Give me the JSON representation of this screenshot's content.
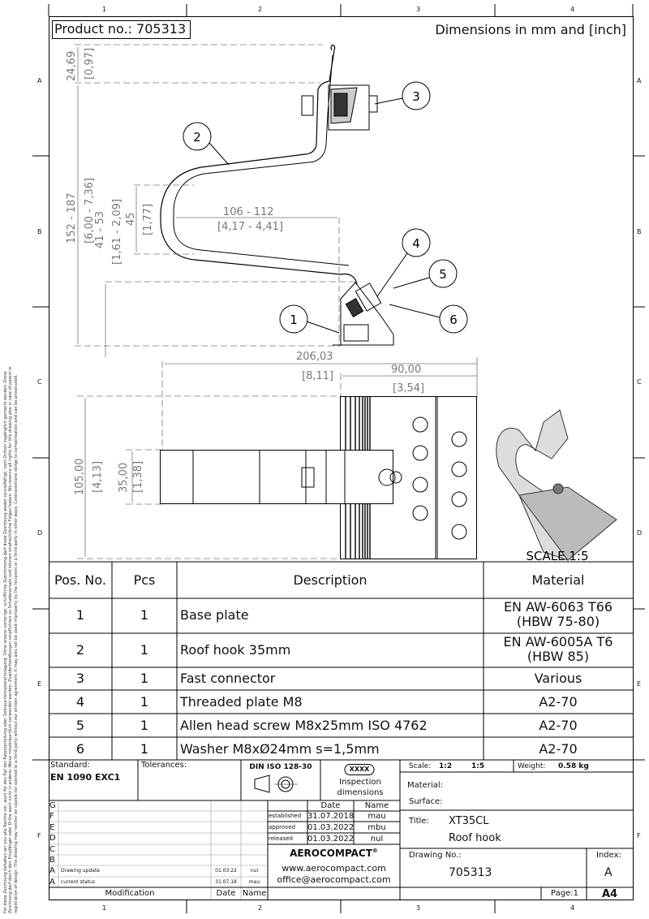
{
  "zones": {
    "cols": [
      "1",
      "2",
      "3",
      "4"
    ],
    "rows": [
      "A",
      "B",
      "C",
      "D",
      "E",
      "F"
    ]
  },
  "header": {
    "product_no": "Product no.: 705313",
    "units": "Dimensions in mm and [inch]"
  },
  "legal_notice": "Für diese Zeichnung behalten wir uns alle Rechte vor, auch für den Fall der Patenterteilung oder Gebrauchsmustereintragung. Ohne unsere vorherige, schriftliche Zustimmung darf diese Zeichnung weder vervielfältigt, noch Dritten zugänglich gemacht werden. Diese Zeichnung darf durch den Empfänger oder Dritte auch nicht in anderer Weise missbräuchlich verwendet werden. Zuwiderhandlungen verpflichten zu Schadenersatz und können strafrechtliche Folgen haben. We reserve all rights for this drawing also in case of patent or registration of design. This drawing may neither be copied nor opened to a third party without our written agreement. It may also not be used improperly by the recipient or a third party in other ways. Contraventions oblige to compensation and can be prosecuted.",
  "drawing": {
    "dims": {
      "d1": "24,69",
      "d1i": "[0,97]",
      "d2": "152 - 187",
      "d2i": "[6,00 - 7,36]",
      "d3": "41 - 53",
      "d3i": "[1,61 - 2,09]",
      "d4": "45",
      "d4i": "[1,77]",
      "d5": "106 - 112",
      "d5i": "[4,17 - 4,41]",
      "d6": "206,03",
      "d6i": "[8,11]",
      "d7": "90,00",
      "d7i": "[3,54]",
      "d8": "105,00",
      "d8i": "[4,13]",
      "d9": "35,00",
      "d9i": "[1,38]"
    },
    "balloons": [
      "1",
      "2",
      "3",
      "4",
      "5",
      "6"
    ],
    "iso_scale": "SCALE 1:5"
  },
  "parts_table": {
    "headers": [
      "Pos. No.",
      "Pcs",
      "Description",
      "Material"
    ],
    "rows": [
      {
        "pos": "1",
        "pcs": "1",
        "desc": "Base plate",
        "mat1": "EN AW-6063 T66",
        "mat2": "(HBW 75-80)"
      },
      {
        "pos": "2",
        "pcs": "1",
        "desc": "Roof hook 35mm",
        "mat1": "EN AW-6005A T6",
        "mat2": "(HBW 85)"
      },
      {
        "pos": "3",
        "pcs": "1",
        "desc": "Fast connector",
        "mat1": "Various"
      },
      {
        "pos": "4",
        "pcs": "1",
        "desc": "Threaded plate M8",
        "mat1": "A2-70"
      },
      {
        "pos": "5",
        "pcs": "1",
        "desc": "Allen head screw M8x25mm ISO 4762",
        "mat1": "A2-70"
      },
      {
        "pos": "6",
        "pcs": "1",
        "desc": "Washer M8xØ24mm s=1,5mm",
        "mat1": "A2-70"
      }
    ]
  },
  "title_block": {
    "standard_label": "Standard:",
    "standard": "EN 1090 EXC1",
    "tolerances_label": "Tolerances:",
    "din": "DIN ISO 128-30",
    "inspection_badge": "XXXX",
    "inspection1": "Inspection",
    "inspection2": "dimensions",
    "rev_letters": [
      "G",
      "F",
      "E",
      "D",
      "C",
      "B",
      "A",
      "A"
    ],
    "revisions": [
      {
        "desc": "Drawing update",
        "date": "01.03.22",
        "name": "nul"
      },
      {
        "desc": "current status",
        "date": "31.07.18",
        "name": "mau"
      }
    ],
    "mod_label": "Modification",
    "date_label": "Date",
    "name_label": "Name",
    "approvals": [
      {
        "label": "established",
        "date": "31.07.2018",
        "name": "mau"
      },
      {
        "label": "approved",
        "date": "01.03.2022",
        "name": "mbu"
      },
      {
        "label": "released",
        "date": "01.03.2022",
        "name": "nul"
      }
    ],
    "company": "AEROCOMPACT",
    "reg": "®",
    "web": "www.aerocompact.com",
    "email": "office@aerocompact.com",
    "scale_label": "Scale:",
    "scale1": "1:2",
    "scale2": "1:5",
    "weight_label": "Weight:",
    "weight": "0.58 kg",
    "material_label": "Material:",
    "surface_label": "Surface:",
    "title_label": "Title:",
    "title1": "XT35CL",
    "title2": "Roof hook",
    "drawing_no_label": "Drawing No.:",
    "drawing_no": "705313",
    "index_label": "Index:",
    "index": "A",
    "page": "Page:1",
    "format": "A4"
  }
}
